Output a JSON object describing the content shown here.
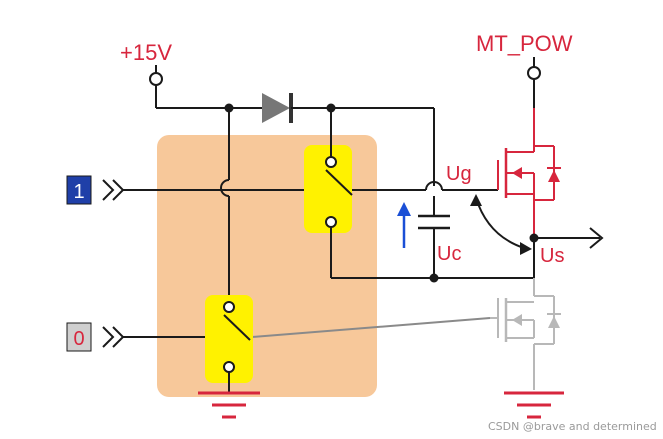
{
  "labels": {
    "supply": "+15V",
    "mt_pow": "MT_POW",
    "input_1": "1",
    "input_0": "0",
    "ug": "Ug",
    "uc": "Uc",
    "us": "Us"
  },
  "watermark": "CSDN @brave and determined",
  "colors": {
    "wire": "#1a1a1a",
    "red_label": "#d7263d",
    "highlight_box": "#f7c89a",
    "switch_yellow": "#fff200",
    "input1_fill": "#1f3fa8",
    "input0_fill": "#cfcfcf",
    "arrow_blue": "#1a4fd6",
    "mosfet_on": "#d7263d",
    "mosfet_off": "#b8b8b8",
    "ground": "#d7263d",
    "gray_wire": "#8a8a8a"
  },
  "icons": [
    "diode-icon",
    "switch-icon",
    "capacitor-icon",
    "mosfet-icon",
    "ground-icon",
    "arrow-icon",
    "terminal-icon"
  ]
}
